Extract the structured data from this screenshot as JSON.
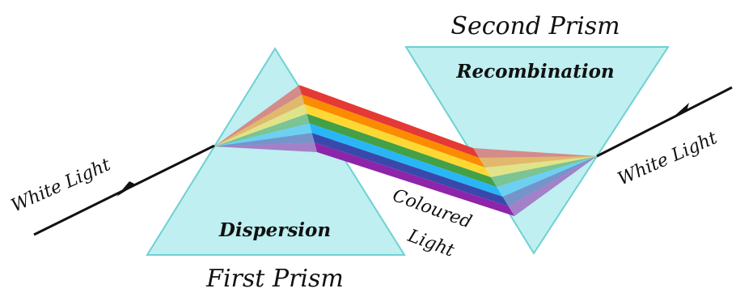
{
  "labels": {
    "second_prism": "Second Prism",
    "recombination": "Recombination",
    "white_light_in": "White Light",
    "white_light_out": "White Light",
    "coloured": "Coloured",
    "light": "Light",
    "dispersion": "Dispersion",
    "first_prism": "First Prism"
  },
  "colors": {
    "prism_fill": "#bfeff0",
    "prism_stroke": "#6fd0d3",
    "beam_line": "#111111",
    "spectrum": [
      "#e53935",
      "#fb8c00",
      "#fdd835",
      "#43a047",
      "#29b6f6",
      "#3949ab",
      "#8e24aa"
    ]
  }
}
